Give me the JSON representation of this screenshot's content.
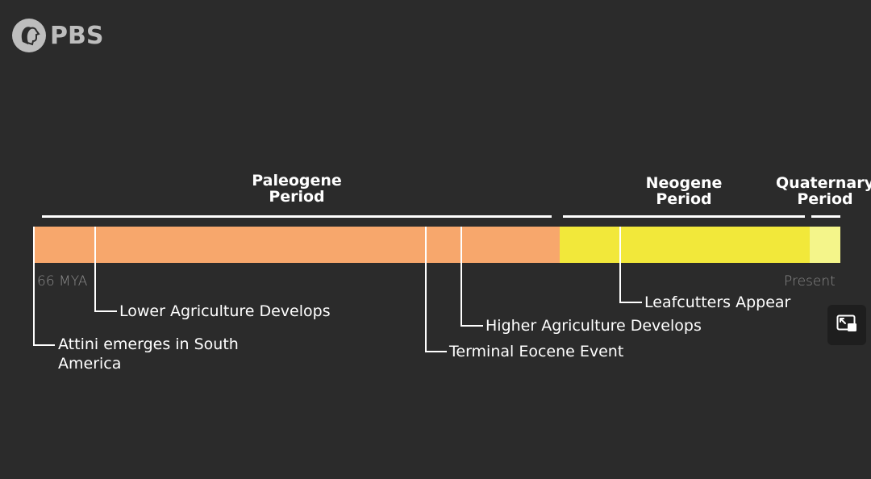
{
  "logo": {
    "text": "PBS",
    "icon": "pbs-head-icon"
  },
  "periods": [
    {
      "id": "paleogene",
      "label": "Paleogene\nPeriod"
    },
    {
      "id": "neogene",
      "label": "Neogene\nPeriod"
    },
    {
      "id": "quaternary",
      "label": "Quaternary\nPeriod"
    }
  ],
  "axis": {
    "start_label": "66 MYA",
    "end_label": "Present"
  },
  "events": [
    {
      "id": "attini",
      "label": "Attini emerges in South\nAmerica"
    },
    {
      "id": "lower-agriculture",
      "label": "Lower Agriculture Develops"
    },
    {
      "id": "terminal-eocene",
      "label": "Terminal Eocene Event"
    },
    {
      "id": "higher-agriculture",
      "label": "Higher Agriculture Develops"
    },
    {
      "id": "leafcutters",
      "label": "Leafcutters Appear"
    }
  ],
  "colors": {
    "background": "#2b2b2b",
    "paleogene": "#f7a76c",
    "neogene": "#f2e83a",
    "quaternary": "#f4f58a",
    "lines": "#ffffff",
    "axis_text": "#8a8a8a"
  },
  "controls": {
    "pip_icon": "picture-in-picture-icon"
  }
}
